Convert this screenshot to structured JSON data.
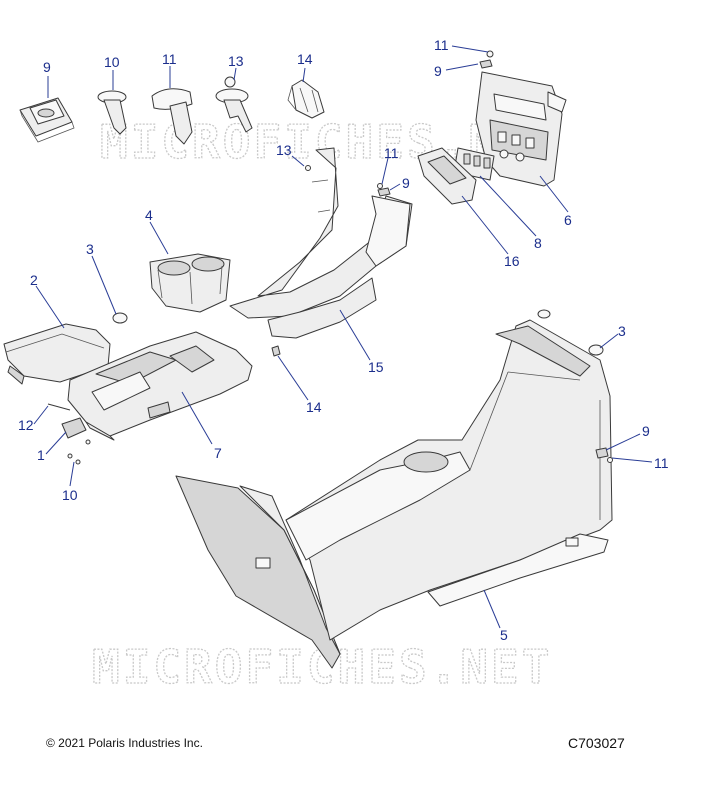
{
  "watermark": "MICROFICHES.NET",
  "footer": {
    "copyright": "© 2021 Polaris Industries Inc.",
    "drawing_id": "C703027"
  },
  "callouts": {
    "c9_clip": "9",
    "c10_pin": "10",
    "c11_pin": "11",
    "c13_rivet": "13",
    "c14_clip": "14",
    "c11_top": "11",
    "c9_top": "9",
    "c13_mid": "13",
    "c11_mid": "11",
    "c9_mid": "9",
    "c4_cupholder": "4",
    "c6_bezel": "6",
    "c8_switch_panel": "8",
    "c16_pocket": "16",
    "c3_left": "3",
    "c2_lid": "2",
    "c15_side_panel": "15",
    "c3_right": "3",
    "c14_lower": "14",
    "c12": "12",
    "c1": "1",
    "c7_console": "7",
    "c10_lower": "10",
    "c9_right": "9",
    "c11_right": "11",
    "c5_base": "5"
  },
  "colors": {
    "callout": "#1b2e8c",
    "line": "#3a3a3a",
    "watermark": "#c9c9c9"
  }
}
